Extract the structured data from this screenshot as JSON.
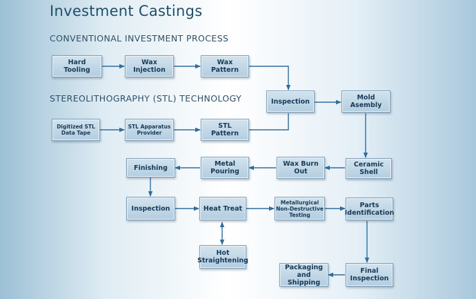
{
  "title": "Investment Castings",
  "sections": {
    "conventional": "CONVENTIONAL INVESTMENT PROCESS",
    "stl": "STEREOLITHOGRAPHY (STL) TECHNOLOGY"
  },
  "nodes": {
    "hard_tooling": "Hard\nTooling",
    "wax_injection": "Wax\nInjection",
    "wax_pattern": "Wax\nPattern",
    "inspection_1": "Inspection",
    "mold_assembly": "Mold\nAsembly",
    "digitized_stl": "Digitized STL\nData Tape",
    "stl_apparatus": "STL Apparatus\nProvider",
    "stl_pattern": "STL\nPattern",
    "finishing": "Finishing",
    "metal_pouring": "Metal\nPouring",
    "wax_burn_out": "Wax Burn\nOut",
    "ceramic_shell": "Ceramic\nShell",
    "inspection_2": "Inspection",
    "heat_treat": "Heat Treat",
    "metallurgical": "Metallurgical\nNon-Destructive\nTesting",
    "parts_identification": "Parts\nIdentification",
    "hot_straightening": "Hot\nStraightening",
    "packaging_shipping": "Packaging\nand Shipping",
    "final_inspection": "Final\nInspection"
  },
  "colors": {
    "box_fill": "#c3d8e7",
    "box_text": "#173a56",
    "arrow": "#2f6d9c",
    "title": "#1f4e6b"
  }
}
